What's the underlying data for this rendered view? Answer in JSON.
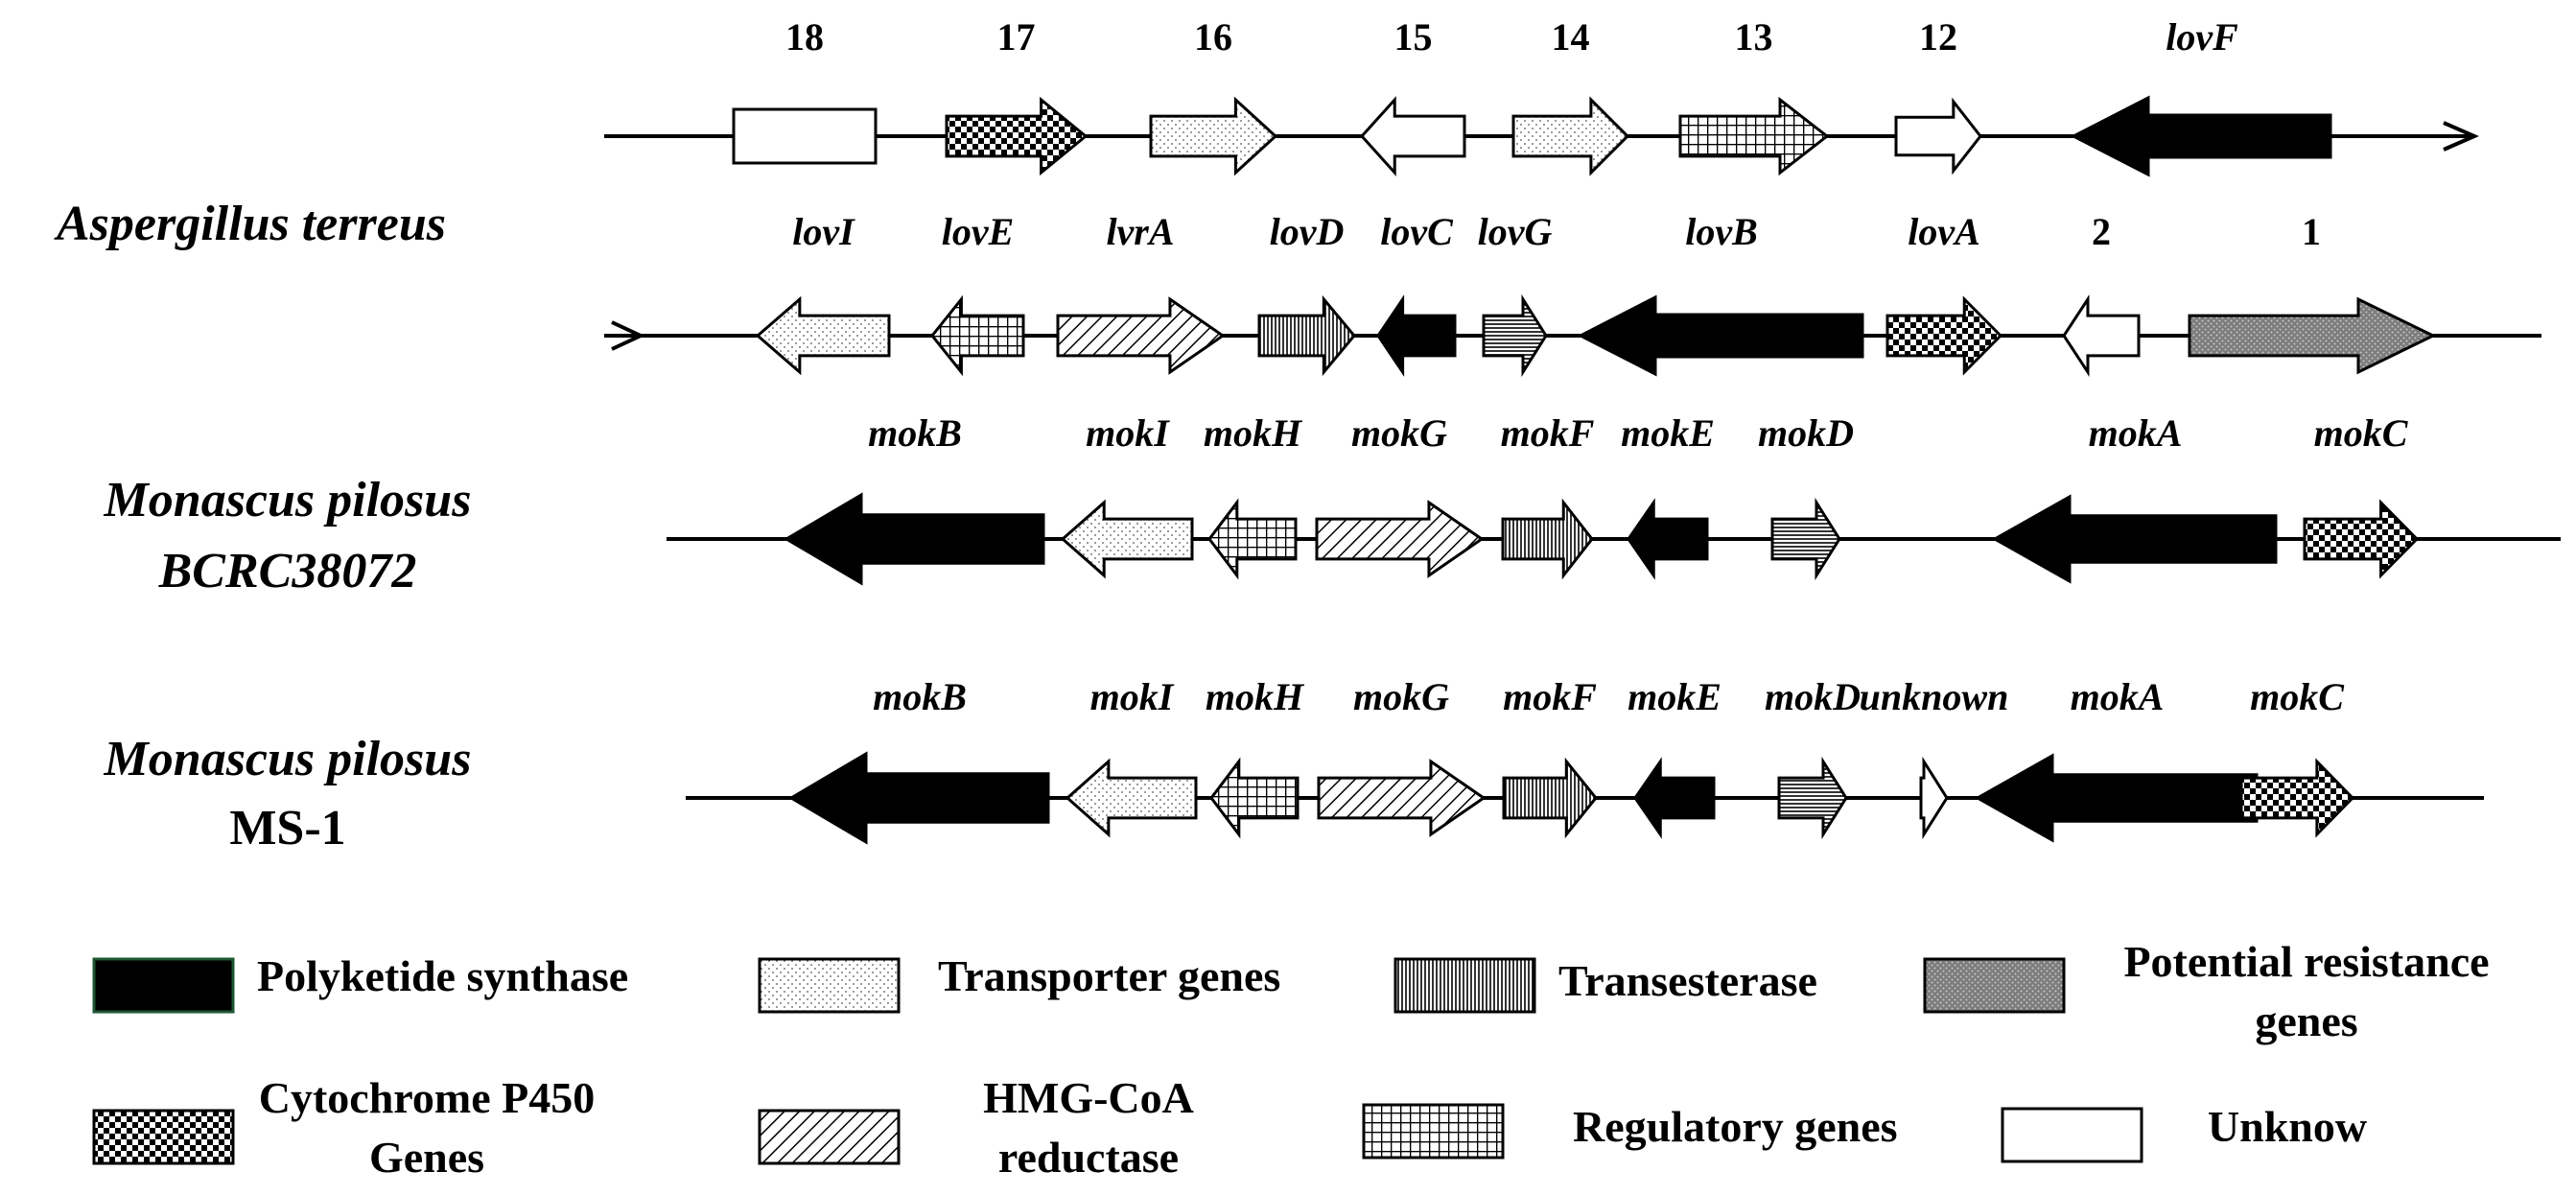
{
  "organisms": {
    "aspergillus": "Aspergillus terreus",
    "bcrc_line1": "Monascus pilosus",
    "bcrc_line2": "BCRC38072",
    "ms1_line1": "Monascus pilosus",
    "ms1_line2": "MS-1"
  },
  "tracks": [
    {
      "id": "aspergillus-row-1",
      "organism": "Aspergillus terreus",
      "genes": [
        {
          "label": "18",
          "italic": false,
          "type": "unknown",
          "shape": "box"
        },
        {
          "label": "17",
          "italic": false,
          "type": "cytochrome",
          "shape": "arrow",
          "direction": "right"
        },
        {
          "label": "16",
          "italic": false,
          "type": "transporter",
          "shape": "arrow",
          "direction": "right"
        },
        {
          "label": "15",
          "italic": false,
          "type": "unknown",
          "shape": "arrow",
          "direction": "left"
        },
        {
          "label": "14",
          "italic": false,
          "type": "transporter",
          "shape": "arrow",
          "direction": "right"
        },
        {
          "label": "13",
          "italic": false,
          "type": "regulatory",
          "shape": "arrow",
          "direction": "right"
        },
        {
          "label": "12",
          "italic": false,
          "type": "unknown",
          "shape": "arrow",
          "direction": "right"
        },
        {
          "label": "lovF",
          "italic": true,
          "type": "polyketide",
          "shape": "arrow",
          "direction": "left"
        }
      ]
    },
    {
      "id": "aspergillus-row-2",
      "organism": "Aspergillus terreus",
      "genes": [
        {
          "label": "lovI",
          "italic": true,
          "type": "transporter",
          "shape": "arrow",
          "direction": "left"
        },
        {
          "label": "lovE",
          "italic": true,
          "type": "regulatory",
          "shape": "arrow",
          "direction": "left"
        },
        {
          "label": "lvrA",
          "italic": true,
          "type": "hmgcoa",
          "shape": "arrow",
          "direction": "right"
        },
        {
          "label": "lovD",
          "italic": true,
          "type": "transesterase",
          "shape": "arrow",
          "direction": "right"
        },
        {
          "label": "lovC",
          "italic": true,
          "type": "polyketide",
          "shape": "arrow",
          "direction": "left"
        },
        {
          "label": "lovG",
          "italic": true,
          "type": "horizontal",
          "shape": "arrow",
          "direction": "right"
        },
        {
          "label": "lovB",
          "italic": true,
          "type": "polyketide",
          "shape": "arrow",
          "direction": "left"
        },
        {
          "label": "lovA",
          "italic": true,
          "type": "cytochrome",
          "shape": "arrow",
          "direction": "right"
        },
        {
          "label": "2",
          "italic": false,
          "type": "unknown",
          "shape": "arrow",
          "direction": "left"
        },
        {
          "label": "1",
          "italic": false,
          "type": "resistance",
          "shape": "arrow",
          "direction": "right"
        }
      ]
    },
    {
      "id": "bcrc38072-row",
      "organism": "Monascus pilosus BCRC38072",
      "genes": [
        {
          "label": "mokB",
          "italic": true,
          "type": "polyketide",
          "shape": "arrow",
          "direction": "left"
        },
        {
          "label": "mokI",
          "italic": true,
          "type": "transporter",
          "shape": "arrow",
          "direction": "left"
        },
        {
          "label": "mokH",
          "italic": true,
          "type": "regulatory",
          "shape": "arrow",
          "direction": "left"
        },
        {
          "label": "mokG",
          "italic": true,
          "type": "hmgcoa",
          "shape": "arrow",
          "direction": "right"
        },
        {
          "label": "mokF",
          "italic": true,
          "type": "transesterase",
          "shape": "arrow",
          "direction": "right"
        },
        {
          "label": "mokE",
          "italic": true,
          "type": "polyketide",
          "shape": "arrow",
          "direction": "left"
        },
        {
          "label": "mokD",
          "italic": true,
          "type": "horizontal",
          "shape": "arrow",
          "direction": "right"
        },
        {
          "label": "mokA",
          "italic": true,
          "type": "polyketide",
          "shape": "arrow",
          "direction": "left"
        },
        {
          "label": "mokC",
          "italic": true,
          "type": "cytochrome",
          "shape": "arrow",
          "direction": "right"
        }
      ]
    },
    {
      "id": "ms1-row",
      "organism": "Monascus pilosus MS-1",
      "genes": [
        {
          "label": "mokB",
          "italic": true,
          "type": "polyketide",
          "shape": "arrow",
          "direction": "left"
        },
        {
          "label": "mokI",
          "italic": true,
          "type": "transporter",
          "shape": "arrow",
          "direction": "left"
        },
        {
          "label": "mokH",
          "italic": true,
          "type": "regulatory",
          "shape": "arrow",
          "direction": "left"
        },
        {
          "label": "mokG",
          "italic": true,
          "type": "hmgcoa",
          "shape": "arrow",
          "direction": "right"
        },
        {
          "label": "mokF",
          "italic": true,
          "type": "transesterase",
          "shape": "arrow",
          "direction": "right"
        },
        {
          "label": "mokE",
          "italic": true,
          "type": "polyketide",
          "shape": "arrow",
          "direction": "left"
        },
        {
          "label": "mokD",
          "italic": true,
          "type": "horizontal",
          "shape": "arrow",
          "direction": "right"
        },
        {
          "label": "unknown",
          "italic": true,
          "type": "unknown",
          "shape": "arrow",
          "direction": "right"
        },
        {
          "label": "mokA",
          "italic": true,
          "type": "polyketide",
          "shape": "arrow",
          "direction": "left"
        },
        {
          "label": "mokC",
          "italic": true,
          "type": "cytochrome",
          "shape": "arrow",
          "direction": "right"
        }
      ]
    }
  ],
  "legend": [
    {
      "type": "polyketide",
      "lines": [
        "Polyketide synthase"
      ]
    },
    {
      "type": "transporter",
      "lines": [
        "Transporter genes"
      ]
    },
    {
      "type": "transesterase",
      "lines": [
        "Transesterase"
      ]
    },
    {
      "type": "resistance",
      "lines": [
        "Potential resistance",
        "genes"
      ]
    },
    {
      "type": "cytochrome",
      "lines": [
        "Cytochrome P450",
        "Genes"
      ]
    },
    {
      "type": "hmgcoa",
      "lines": [
        "HMG-CoA",
        "reductase"
      ]
    },
    {
      "type": "regulatory",
      "lines": [
        "Regulatory genes"
      ]
    },
    {
      "type": "unknown",
      "lines": [
        "Unknow"
      ]
    }
  ],
  "colors": {
    "stroke": "#000000",
    "polyketide": "#000000",
    "resistance": "#888888",
    "legend_polyketide_border": "#1e5631",
    "background": "#ffffff"
  }
}
